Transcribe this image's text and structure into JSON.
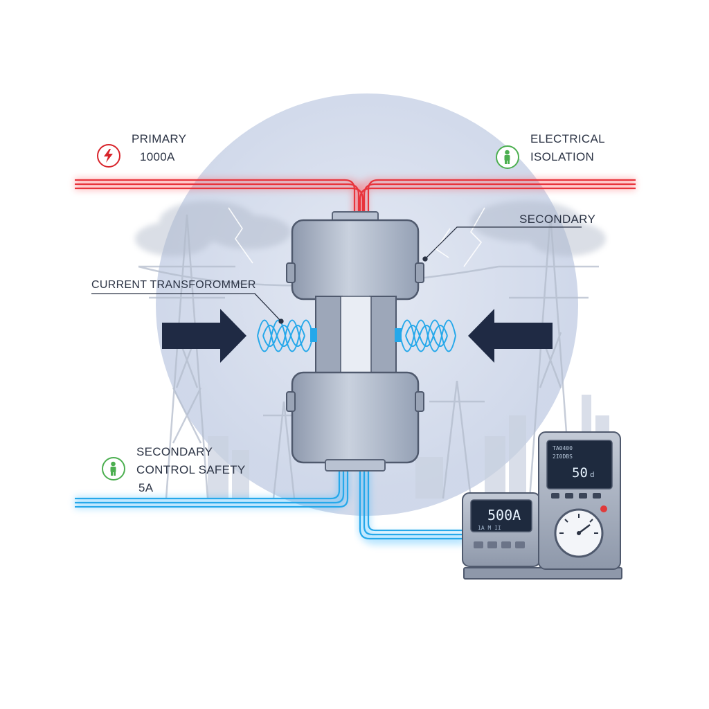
{
  "labels": {
    "primary_title": "PRIMARY",
    "primary_value": "1000A",
    "isolation_line1": "ELECTRICAL",
    "isolation_line2": "ISOLATION",
    "secondary_top": "SECONDARY",
    "ct_label": "CURRENT TRANSFOROMMER",
    "secondary_line1": "SECONDARY",
    "secondary_line2": "CONTROL SAFETY",
    "secondary_value": "5A"
  },
  "meter_small": {
    "reading": "500A",
    "sub_text": "1A  M  II"
  },
  "meter_large": {
    "top_line1": "TA0400",
    "top_line2": "2I0DBS",
    "reading": "50",
    "reading_suffix": "d"
  },
  "icons": {
    "primary": "lightning-bolt-icon",
    "isolation": "person-icon",
    "secondary": "person-icon"
  },
  "colors": {
    "primary_line": "#e8343c",
    "secondary_line": "#25a8ea",
    "danger": "#d8232a",
    "safe": "#4caf50",
    "arrow": "#1f2a44",
    "device": "#a9b3c4"
  }
}
